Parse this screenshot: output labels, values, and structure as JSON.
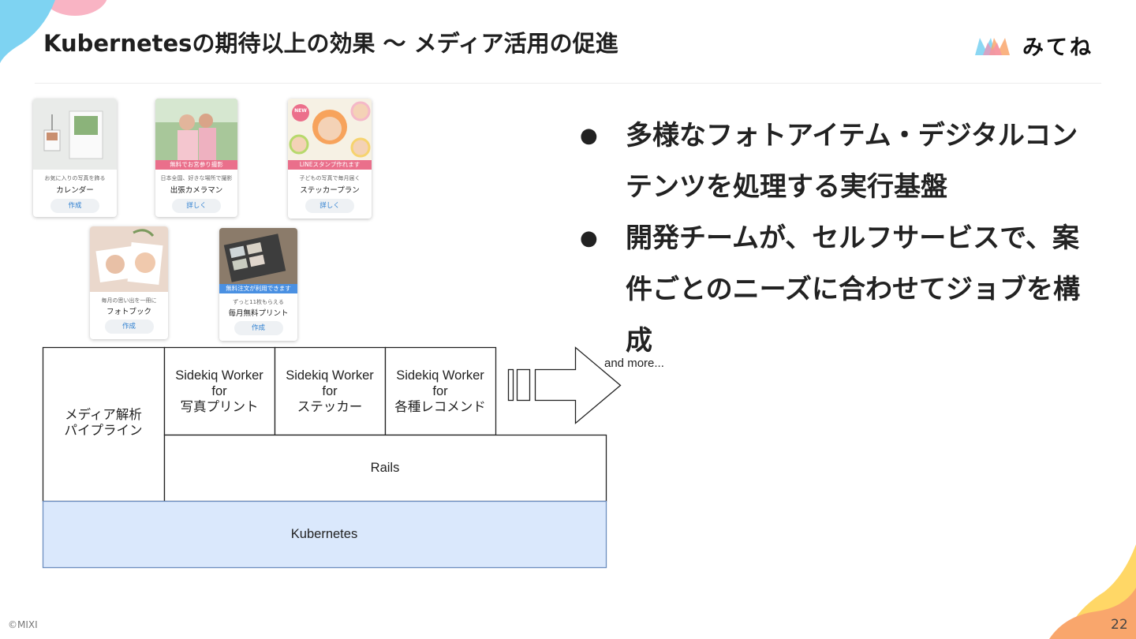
{
  "slide": {
    "title": "Kubernetesの期待以上の効果 〜 メディア活用の促進",
    "copyright": "©MIXI",
    "page_number": "22"
  },
  "logo": {
    "text": "みてね"
  },
  "products": [
    {
      "subtitle": "お気に入りの写真を飾る",
      "title": "カレンダー",
      "button": "作成",
      "banner": ""
    },
    {
      "subtitle": "日本全国、好きな場所で撮影",
      "title": "出張カメラマン",
      "button": "詳しく",
      "banner": "無料でお宮参り撮影"
    },
    {
      "subtitle": "子どもの写真で毎月届く",
      "title": "ステッカープラン",
      "button": "詳しく",
      "banner": "LINEスタンプ作れます",
      "badge": "NEW"
    },
    {
      "subtitle": "毎月の思い出を一冊に",
      "title": "フォトブック",
      "button": "作成",
      "banner": ""
    },
    {
      "subtitle": "ずっと11枚もらえる",
      "title": "毎月無料プリント",
      "button": "作成",
      "banner": "無料注文が利用できます"
    }
  ],
  "diagram": {
    "media_pipeline": "メディア解析\nパイプライン",
    "workers": [
      "Sidekiq Worker\nfor\n写真プリント",
      "Sidekiq Worker\nfor\nステッカー",
      "Sidekiq Worker\nfor\n各種レコメンド"
    ],
    "and_more": "and more...",
    "rails": "Rails",
    "kubernetes": "Kubernetes"
  },
  "bullets": [
    "多様なフォトアイテム・デジタルコンテンツを処理する実行基盤",
    "開発チームが、セルフサービスで、案件ごとのニーズに合わせてジョブを構成"
  ],
  "colors": {
    "kubernetes_fill": "#dae8fc",
    "kubernetes_stroke": "#6c8ebf",
    "banner_pink": "#ea6f8b",
    "banner_blue": "#4a90e2",
    "button_text": "#2d7fd0"
  }
}
